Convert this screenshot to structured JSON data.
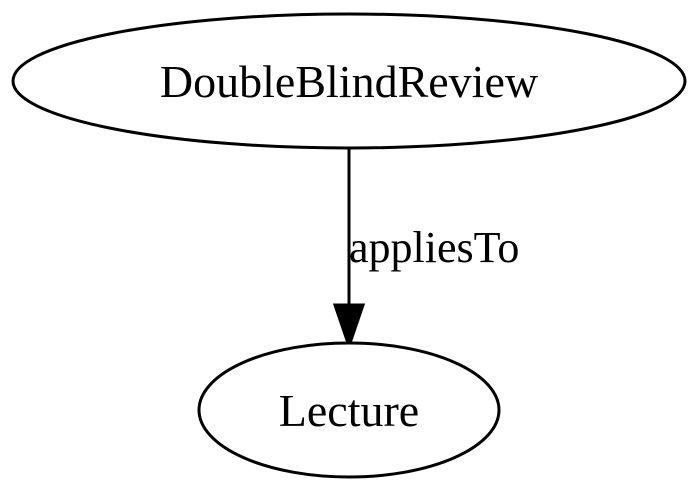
{
  "graph": {
    "nodes": [
      {
        "id": "DoubleBlindReview",
        "label": "DoubleBlindReview",
        "shape": "ellipse"
      },
      {
        "id": "Lecture",
        "label": "Lecture",
        "shape": "ellipse"
      }
    ],
    "edges": [
      {
        "from": "DoubleBlindReview",
        "to": "Lecture",
        "label": "appliesTo",
        "directed": true
      }
    ],
    "colors": {
      "stroke": "#000000",
      "fill": "#ffffff",
      "text": "#000000"
    }
  }
}
